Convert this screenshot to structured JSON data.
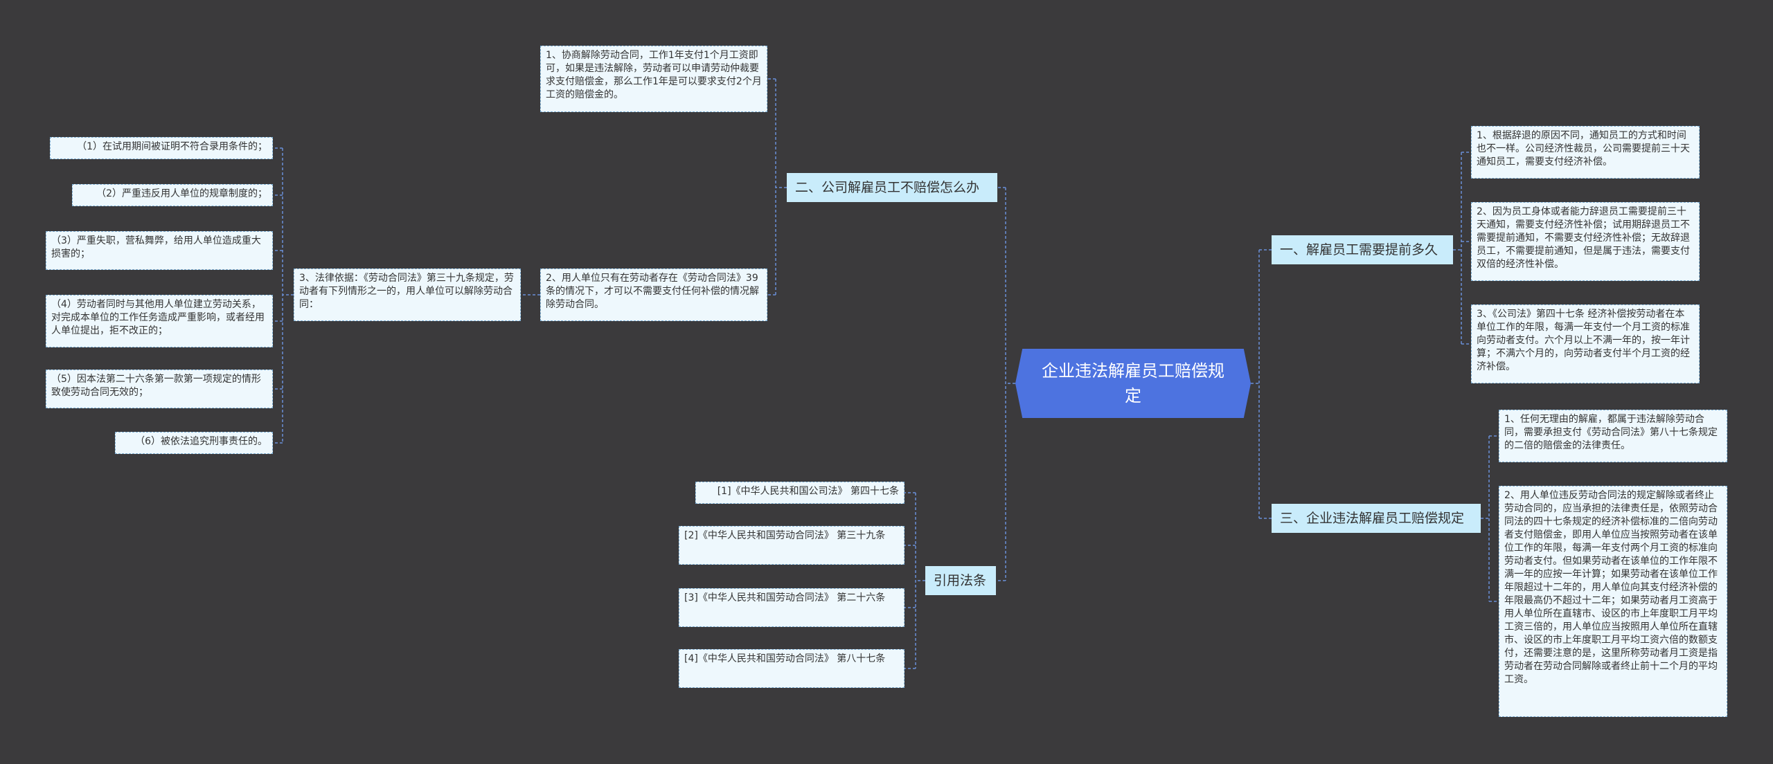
{
  "root": {
    "title": "企业违法解雇员工赔偿规定"
  },
  "branches": {
    "b1": "一、解雇员工需要提前多久",
    "b2": "二、公司解雇员工不赔偿怎么办",
    "b3": "三、企业违法解雇员工赔偿规定",
    "b4": "引用法条"
  },
  "b1_items": [
    "1、根据辞退的原因不同，通知员工的方式和时间也不一样。公司经济性裁员，公司需要提前三十天通知员工，需要支付经济补偿。",
    "2、因为员工身体或者能力辞退员工需要提前三十天通知，需要支付经济性补偿；试用期辞退员工不需要提前通知，不需要支付经济性补偿；无故辞退员工，不需要提前通知，但是属于违法，需要支付双倍的经济性补偿。",
    "3、《公司法》第四十七条 经济补偿按劳动者在本单位工作的年限，每满一年支付一个月工资的标准向劳动者支付。六个月以上不满一年的，按一年计算；不满六个月的，向劳动者支付半个月工资的经济补偿。"
  ],
  "b2_items": [
    "1、协商解除劳动合同，工作1年支付1个月工资即可，如果是违法解除，劳动者可以申请劳动仲裁要求支付赔偿金，那么工作1年是可以要求支付2个月工资的赔偿金的。",
    "2、用人单位只有在劳动者存在《劳动合同法》39条的情况下，才可以不需要支付任何补偿的情况解除劳动合同。",
    "3、法律依据：《劳动合同法》第三十九条规定，劳动者有下列情形之一的，用人单位可以解除劳动合同："
  ],
  "b2_sub_items": [
    "（1）在试用期间被证明不符合录用条件的；",
    "（2）严重违反用人单位的规章制度的；",
    "（3）严重失职，营私舞弊，给用人单位造成重大损害的；",
    "（4）劳动者同时与其他用人单位建立劳动关系，对完成本单位的工作任务造成严重影响，或者经用人单位提出，拒不改正的；",
    "（5）因本法第二十六条第一款第一项规定的情形致使劳动合同无效的；",
    "（6）被依法追究刑事责任的。"
  ],
  "b3_items": [
    "1、任何无理由的解雇，都属于违法解除劳动合同，需要承担支付《劳动合同法》第八十七条规定的二倍的赔偿金的法律责任。",
    "2、用人单位违反劳动合同法的规定解除或者终止劳动合同的，应当承担的法律责任是，依照劳动合同法的四十七条规定的经济补偿标准的二倍向劳动者支付赔偿金，即用人单位应当按照劳动者在该单位工作的年限，每满一年支付两个月工资的标准向劳动者支付。但如果劳动者在该单位的工作年限不满一年的应按一年计算；如果劳动者在该单位工作年限超过十二年的，用人单位向其支付经济补偿的年限最高仍不超过十二年；如果劳动者月工资高于用人单位所在直辖市、设区的市上年度职工月平均工资三倍的，用人单位应当按照用人单位所在直辖市、设区的市上年度职工月平均工资六倍的数额支付，还需要注意的是，这里所称劳动者月工资是指劳动者在劳动合同解除或者终止前十二个月的平均工资。"
  ],
  "b4_items": [
    "[1]《中华人民共和国公司法》 第四十七条",
    "[2]《中华人民共和国劳动合同法》 第三十九条",
    "[3]《中华人民共和国劳动合同法》 第二十六条",
    "[4]《中华人民共和国劳动合同法》 第八十七条"
  ],
  "colors": {
    "background": "#3b3a3c",
    "root": "#4d73e0",
    "branch": "#c9ecfb",
    "leaf": "#eef8fd",
    "line": "#6a8fd8"
  }
}
